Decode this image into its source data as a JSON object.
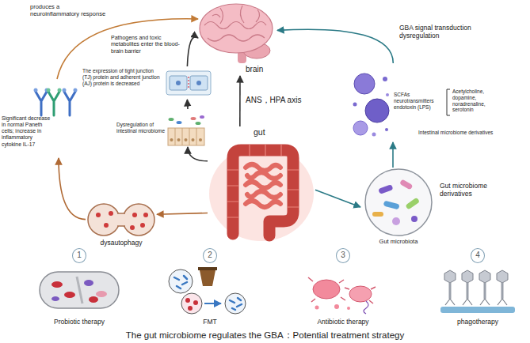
{
  "diagram": {
    "caption": "The gut microbiome regulates the GBA：Potential treatment strategy",
    "nodes": [
      {
        "text": [
          "brain"
        ]
      },
      {
        "text": [
          "gut"
        ]
      },
      {
        "text": [
          "Significant decrease in normal Paneth cells; increase in inflammatory cytokine IL-17"
        ]
      },
      {
        "text": [
          "The expression of tight junction (TJ) protein and adherent junction (AJ) protein is decreased"
        ]
      },
      {
        "text": [
          "Dysregulation of intestinal microbiome"
        ]
      },
      {
        "text": [
          "dysautophagy"
        ]
      },
      {
        "text": [
          "Gut microbiota",
          "Gut microbiome derivatives"
        ]
      },
      {
        "text": [
          "SCFAs neurotransmitters endotoxin (LPS)",
          "Intestinal microbiome derivatives"
        ]
      },
      {
        "text": [
          "Probiotic therapy"
        ]
      },
      {
        "text": [
          "1"
        ],
        "in": 8
      },
      {
        "text": [
          "FMT"
        ]
      },
      {
        "text": [
          "2"
        ],
        "in": 10
      },
      {
        "text": [
          "Antibiotic therapy"
        ]
      },
      {
        "text": [
          "3"
        ],
        "in": 12
      },
      {
        "text": [
          "phagotherapy"
        ]
      },
      {
        "text": [
          "4"
        ],
        "in": 14
      }
    ],
    "edges": [
      {
        "from": 1,
        "to": 0,
        "label": "ANS，HPA axis",
        "arrow": "to"
      },
      {
        "from": 1,
        "to": 4,
        "arrow": "to"
      },
      {
        "from": 4,
        "to": 3,
        "arrow": "to"
      },
      {
        "from": 3,
        "to": 0,
        "label": "Pathogens and toxic metabolites enter the blood-brain barrier",
        "arrow": "to"
      },
      {
        "from": 1,
        "to": 5,
        "arrow": "to"
      },
      {
        "from": 5,
        "to": 2,
        "arrow": "to"
      },
      {
        "from": 2,
        "to": 0,
        "label": "produces a neuroinflammatory response",
        "arrow": "to"
      },
      {
        "from": 1,
        "to": 6,
        "arrow": "to"
      },
      {
        "from": 6,
        "to": 7,
        "arrow": "to"
      },
      {
        "from": 7,
        "to": 0,
        "label": "GBA signal transduction dysregulation",
        "arrow": "to"
      }
    ],
    "labels": [
      "Acetylcholine, dopamine, noradrenaline, serotonin"
    ]
  }
}
